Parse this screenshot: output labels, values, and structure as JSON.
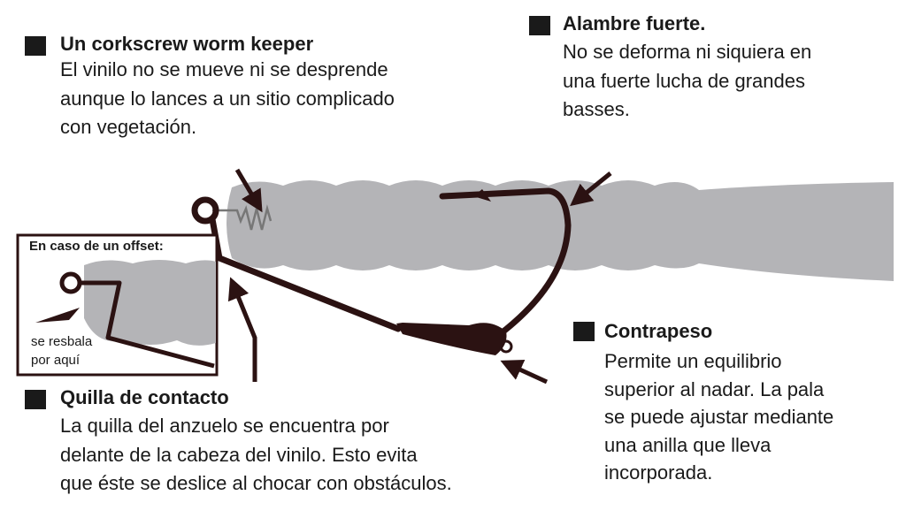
{
  "callouts": {
    "corkscrew": {
      "title": "Un corkscrew worm keeper",
      "lines": [
        "El vinilo no se mueve ni se desprende",
        "aunque lo lances a un sitio complicado",
        "con vegetación."
      ]
    },
    "wire": {
      "title": "Alambre fuerte.",
      "lines": [
        "No se deforma ni siquiera en",
        "una fuerte lucha de grandes",
        "basses."
      ]
    },
    "weight": {
      "title": "Contrapeso",
      "lines": [
        "Permite un equilibrio",
        "superior al nadar. La pala",
        "se puede ajustar mediante",
        "una anilla que lleva",
        "incorporada."
      ]
    },
    "keel": {
      "title": "Quilla de contacto",
      "lines": [
        "La quilla del anzuelo se encuentra por",
        "delante de la cabeza del vinilo. Esto evita",
        "que éste se deslice al chocar con obstáculos."
      ]
    }
  },
  "inset": {
    "title": "En caso de un offset:",
    "note_lines": [
      "se resbala",
      "por aquí"
    ]
  },
  "colors": {
    "worm": "#b4b4b7",
    "hook": "#2b1212",
    "text": "#1a1a1a"
  }
}
